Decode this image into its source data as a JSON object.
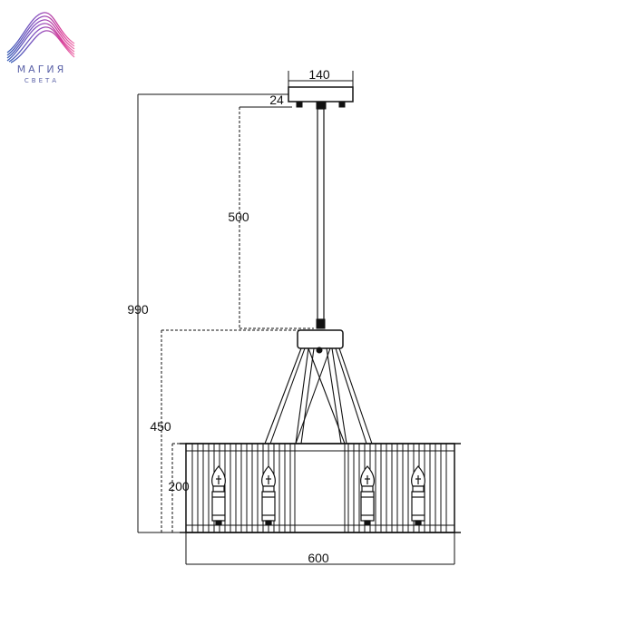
{
  "logo": {
    "title": "МАГИЯ",
    "subtitle": "СВЕТА",
    "icon": "wave-ribbon-icon",
    "colors": [
      "#3a5fb8",
      "#8a4fc0",
      "#d6409a",
      "#f07ab0"
    ]
  },
  "dimensions": {
    "canopy_width": "140",
    "canopy_height": "24",
    "rod_length": "500",
    "total_height": "990",
    "body_height": "450",
    "shade_height": "200",
    "diameter": "600"
  }
}
